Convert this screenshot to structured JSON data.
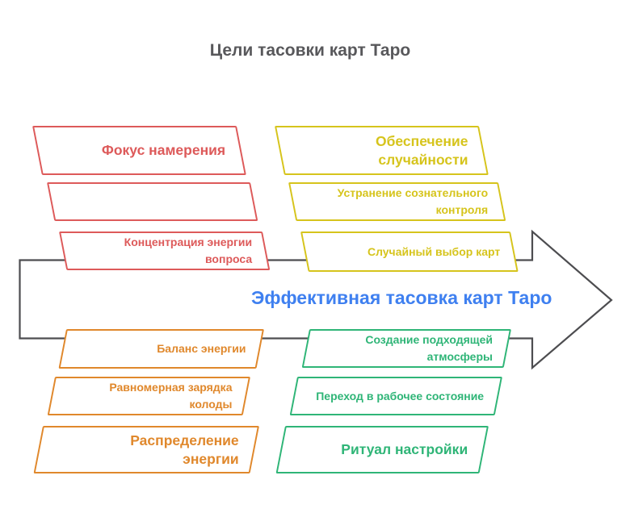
{
  "title": "Цели тасовки карт Таро",
  "center_arrow_label": "Эффективная тасовка карт Таро",
  "colors": {
    "red": "#dd5a5a",
    "yellow": "#d6c41c",
    "orange": "#e0882c",
    "green": "#2fb577",
    "blue_accent": "#3f80f0",
    "connector_gray": "#4d4d50",
    "title_gray": "#58585b"
  },
  "groups": [
    {
      "id": "intention-focus",
      "color": "#dd5a5a",
      "position": "top-left",
      "items": [
        {
          "role": "header",
          "label": "Фокус намерения"
        },
        {
          "role": "item",
          "label": ""
        },
        {
          "role": "item",
          "label": "Концентрация энергии\nвопроса"
        }
      ]
    },
    {
      "id": "ensuring-randomness",
      "color": "#d6c41c",
      "position": "top-right",
      "items": [
        {
          "role": "header",
          "label": "Обеспечение\nслучайности"
        },
        {
          "role": "item",
          "label": "Устранение сознательного\nконтроля"
        },
        {
          "role": "item",
          "label": "Случайный выбор карт"
        }
      ]
    },
    {
      "id": "energy-distribution",
      "color": "#e0882c",
      "position": "bottom-left",
      "items": [
        {
          "role": "item",
          "label": "Баланс энергии"
        },
        {
          "role": "item",
          "label": "Равномерная зарядка\nколоды"
        },
        {
          "role": "header",
          "label": "Распределение\nэнергии"
        }
      ]
    },
    {
      "id": "tuning-ritual",
      "color": "#2fb577",
      "position": "bottom-right",
      "items": [
        {
          "role": "item",
          "label": "Создание подходящей\nатмосферы"
        },
        {
          "role": "item",
          "label": "Переход в рабочее состояние"
        },
        {
          "role": "header",
          "label": "Ритуал настройки"
        }
      ]
    }
  ]
}
